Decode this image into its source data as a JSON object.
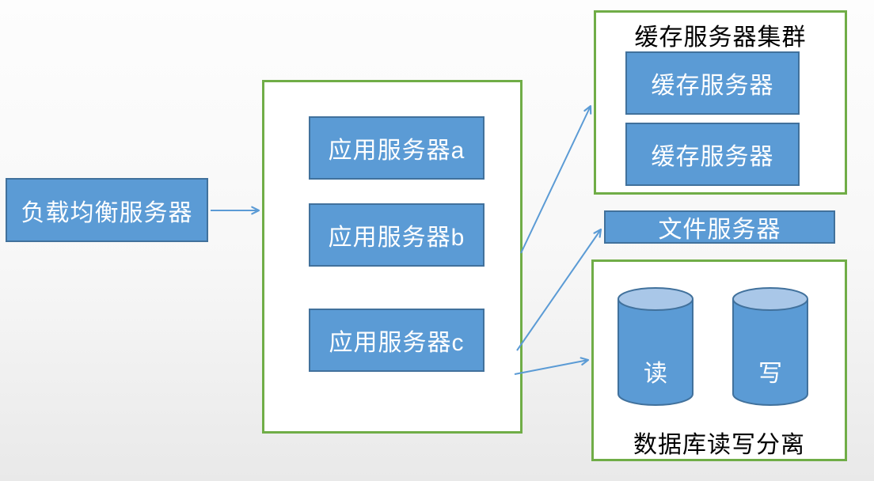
{
  "colors": {
    "box_fill": "#5B9BD5",
    "box_border": "#41719C",
    "box_text": "#FFFFFF",
    "container_border": "#70AD47",
    "arrow": "#5B9BD5",
    "cylinder_top": "#A9C7E8",
    "title_text": "#000000"
  },
  "load_balancer": {
    "label": "负载均衡服务器"
  },
  "app_cluster": {
    "servers": [
      {
        "label": "应用服务器a"
      },
      {
        "label": "应用服务器b"
      },
      {
        "label": "应用服务器c"
      }
    ]
  },
  "cache_cluster": {
    "title": "缓存服务器集群",
    "servers": [
      {
        "label": "缓存服务器"
      },
      {
        "label": "缓存服务器"
      }
    ]
  },
  "file_server": {
    "label": "文件服务器"
  },
  "database": {
    "title": "数据库读写分离",
    "read_label": "读",
    "write_label": "写"
  }
}
